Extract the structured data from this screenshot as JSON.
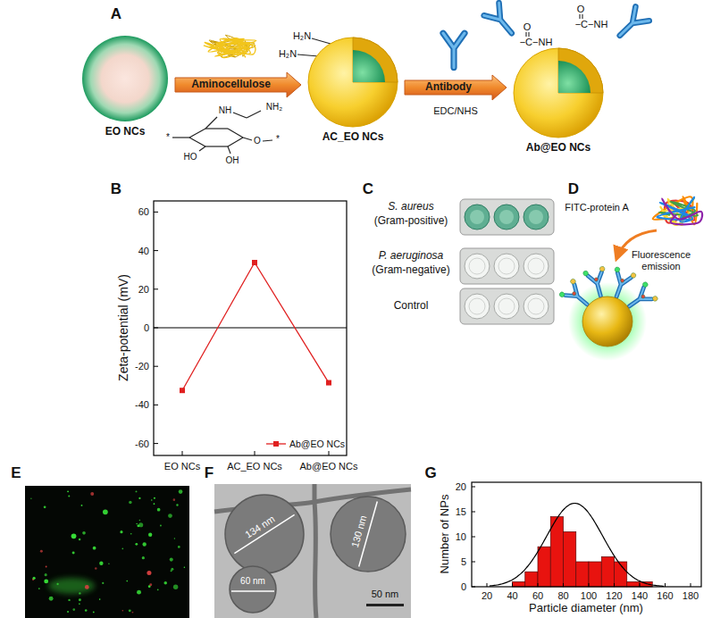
{
  "diagram": {
    "nodes": [
      {
        "text": [
          "EO NCs"
        ]
      },
      {
        "text": [
          "AC_EO NCs"
        ]
      },
      {
        "text": [
          "Ab@EO NCs"
        ]
      }
    ],
    "edges": [
      {
        "from": 0,
        "to": 1,
        "arrow": "to",
        "label": "Aminocellulose"
      },
      {
        "from": 1,
        "to": 2,
        "arrow": "to",
        "label": "Antibody"
      }
    ],
    "labels": [
      "A",
      "H₂N",
      "H₂N",
      "O",
      "−C−NH",
      "O",
      "−C−NH",
      "EDC/NHS",
      "NH",
      "NH₂",
      "HO",
      "OH",
      "O",
      "*",
      "*",
      "B",
      "60",
      "40",
      "20",
      "0",
      "-20",
      "-40",
      "-60",
      "EO NCs",
      "AC_EO NCs",
      "Ab@EO NCs",
      "Zeta-potential (mV)",
      "C",
      "S. aureus",
      "(Gram-positive)",
      "P. aeruginosa",
      "(Gram-negative)",
      "Control",
      "D",
      "FITC-protein A",
      "Fluorescence emission",
      "E",
      "F",
      "134 nm",
      "130 nm",
      "60 nm",
      "50 nm",
      "G",
      "0",
      "5",
      "10",
      "15",
      "20",
      "20",
      "40",
      "60",
      "80",
      "100",
      "120",
      "140",
      "160",
      "180",
      "Number of NPs",
      "Particle diameter (nm)"
    ],
    "legend": [
      {
        "text": "Ab@EO NCs"
      }
    ]
  }
}
